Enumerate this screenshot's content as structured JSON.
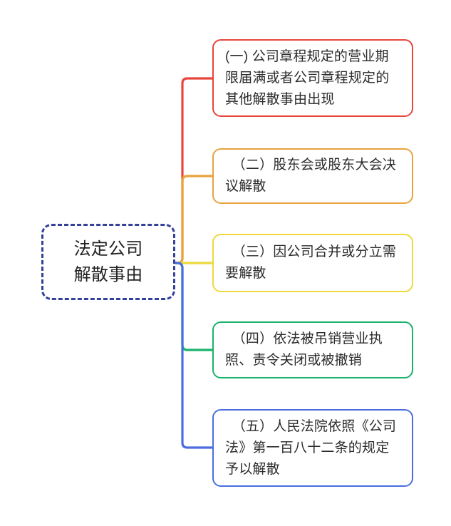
{
  "diagram": {
    "type": "mind-map",
    "title": "法定公司解散事由",
    "root": {
      "label": "法定公司\n解散事由",
      "border_color": "#34409a",
      "border_style": "dashed"
    },
    "branches": [
      {
        "index": "1",
        "marker": "(一)",
        "label": "(一) 公司章程规定的营业期限届满或者公司章程规定的其他解散事由出现",
        "color": "#e8453c",
        "color_name": "red"
      },
      {
        "index": "2",
        "marker": "（二）",
        "label": "　（二）股东会或股东大会决议解散",
        "color": "#e8a33d",
        "color_name": "orange"
      },
      {
        "index": "3",
        "marker": "（三）",
        "label": "　（三）因公司合并或分立需要解散",
        "color": "#edd83d",
        "color_name": "yellow"
      },
      {
        "index": "4",
        "marker": "（四）",
        "label": "　（四）依法被吊销营业执照、责令关闭或被撤销",
        "color": "#19b36b",
        "color_name": "green"
      },
      {
        "index": "5",
        "marker": "（五）",
        "label": "　（五）人民法院依照《公司法》第一百八十二条的规定予以解散",
        "color": "#4a6ee0",
        "color_name": "blue"
      }
    ],
    "colors": {
      "text": "#2b2b2b",
      "background": "#ffffff",
      "root_border": "#34409a"
    }
  }
}
